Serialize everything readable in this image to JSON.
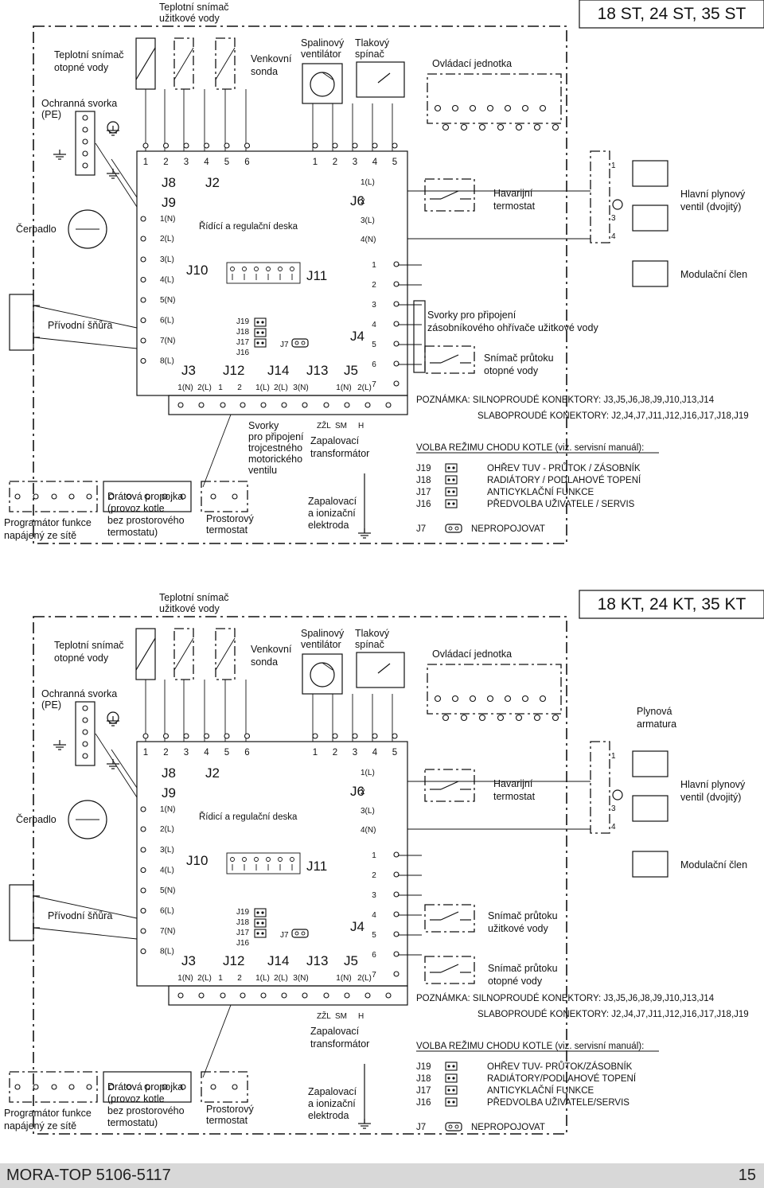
{
  "footer": {
    "model": "MORA-TOP 5106-5117",
    "page": "15"
  },
  "sections": [
    {
      "title": "18 ST, 24 ST, 35 ST",
      "labels": {
        "dhw_sensor": [
          "Teplotní snímač",
          "užitkové vody"
        ],
        "heating_sensor": [
          "Teplotní snímač",
          "otopné vody"
        ],
        "outdoor_probe": [
          "Venkovní",
          "sonda"
        ],
        "flue_fan": [
          "Spalinový",
          "ventilátor"
        ],
        "pressure_switch": [
          "Tlakový",
          "spínač"
        ],
        "control_unit": "Ovládací jednotka",
        "protective_terminal": [
          "Ochranná svorka",
          "(PE)"
        ],
        "pump": "Čerpadlo",
        "power_cord": "Přívodní šňůra",
        "board": "Řídící a regulační deska",
        "safety_thermostat": [
          "Havarijní",
          "termostat"
        ],
        "gas_valve": [
          "Hlavní plynový",
          "ventil (dvojitý)"
        ],
        "modulation": "Modulační člen",
        "storage_terminals": [
          "Svorky pro připojení",
          "zásobníkového ohřívače užitkové vody"
        ],
        "flow_sensor": [
          "Snímač průtoku",
          "otopné vody"
        ],
        "programmer": [
          "Programátor funkce",
          "napájený ze sítě"
        ],
        "jumper": [
          "Drátová propojka",
          "(provoz kotle",
          "bez prostorového",
          "termostatu)"
        ],
        "room_thermostat": [
          "Prostorový",
          "termostat"
        ],
        "valve_terminals": [
          "Svorky",
          "pro připojení",
          "trojcestného",
          "motorického",
          "ventilu"
        ],
        "ignition_transformer": [
          "Zapalovací",
          "transformátor"
        ],
        "ignition_electrode": [
          "Zapalovací",
          "a ionizační",
          "elektroda"
        ],
        "zzl_sm_h": [
          "ZŽL",
          "SM",
          "H"
        ]
      },
      "note": [
        "POZNÁMKA: SILNOPROUDÉ KONEKTORY: J3,J5,J6,J8,J9,J10,J13,J14",
        "SLABOPROUDÉ KONEKTORY: J2,J4,J7,J11,J12,J16,J17,J18,J19"
      ],
      "mode_title": "VOLBA REŽIMU CHODU KOTLE (viz. servisní manuál):",
      "modes": [
        {
          "j": "J19",
          "text": "OHŘEV TUV - PRŮTOK / ZÁSOBNÍK"
        },
        {
          "j": "J18",
          "text": "RADIÁTORY / PODLAHOVÉ TOPENÍ"
        },
        {
          "j": "J17",
          "text": "ANTICYKLAČNÍ FUNKCE"
        },
        {
          "j": "J16",
          "text": "PŘEDVOLBA UŽIVATELE / SERVIS"
        }
      ],
      "j7": {
        "j": "J7",
        "text": "NEPROPOJOVAT"
      }
    },
    {
      "title": "18 KT, 24 KT, 35 KT",
      "labels": {
        "dhw_sensor": [
          "Teplotní snímač",
          "užitkové vody"
        ],
        "heating_sensor": [
          "Teplotní snímač",
          "otopné vody"
        ],
        "outdoor_probe": [
          "Venkovní",
          "sonda"
        ],
        "flue_fan": [
          "Spalinový",
          "ventilátor"
        ],
        "pressure_switch": [
          "Tlakový",
          "spínač"
        ],
        "control_unit": "Ovládací jednotka",
        "protective_terminal": [
          "Ochranná svorka",
          "(PE)"
        ],
        "pump": "Čerpadlo",
        "power_cord": "Přívodní šňůra",
        "board": "Řídicí a regulační deska",
        "safety_thermostat": [
          "Havarijní",
          "termostat"
        ],
        "gas_valve": [
          "Hlavní plynový",
          "ventil (dvojitý)"
        ],
        "modulation": "Modulační člen",
        "gas_fitting": [
          "Plynová",
          "armatura"
        ],
        "dhw_flow_sensor": [
          "Snímač průtoku",
          "užitkové vody"
        ],
        "flow_sensor": [
          "Snímač průtoku",
          "otopné vody"
        ],
        "programmer": [
          "Programátor funkce",
          "napájený ze sítě"
        ],
        "jumper": [
          "Drátová propojka",
          "(provoz kotle",
          "bez prostorového",
          "termostatu)"
        ],
        "room_thermostat": [
          "Prostorový",
          "termostat"
        ],
        "ignition_transformer": [
          "Zapalovací",
          "transformátor"
        ],
        "ignition_electrode": [
          "Zapalovací",
          "a ionizační",
          "elektroda"
        ],
        "zzl_sm_h": [
          "ZŽL",
          "SM",
          "H"
        ]
      },
      "note": [
        "POZNÁMKA: SILNOPROUDÉ KONEKTORY: J3,J5,J6,J8,J9,J10,J13,J14",
        "SLABOPROUDÉ KONEKTORY: J2,J4,J7,J11,J12,J16,J17,J18,J19"
      ],
      "mode_title": "VOLBA REŽIMU CHODU KOTLE (viz. servisní manuál):",
      "modes": [
        {
          "j": "J19",
          "text": "OHŘEV TUV- PRŮTOK/ZÁSOBNÍK"
        },
        {
          "j": "J18",
          "text": "RADIÁTORY/PODLAHOVÉ TOPENÍ"
        },
        {
          "j": "J17",
          "text": "ANTICYKLAČNÍ FUNKCE"
        },
        {
          "j": "J16",
          "text": "PŘEDVOLBA UŽIVATELE/SERVIS"
        }
      ],
      "j7": {
        "j": "J7",
        "text": "NEPROPOJOVAT"
      }
    }
  ],
  "board_text": {
    "top_left_pins": [
      "1",
      "2",
      "3",
      "4",
      "5",
      "6"
    ],
    "top_right_pins": [
      "1",
      "2",
      "3",
      "4",
      "5"
    ],
    "j8": "J8",
    "j9": "J9",
    "j2": "J2",
    "j6": "J6",
    "j10": "J10",
    "j11": "J11",
    "j4": "J4",
    "j3": "J3",
    "j12": "J12",
    "j14": "J14",
    "j13": "J13",
    "j5": "J5",
    "j19": "J19",
    "j18": "J18",
    "j17": "J17",
    "j16": "J16",
    "j7": "J7",
    "left_pins": [
      "1(N)",
      "2(L)",
      "3(L)",
      "4(L)",
      "5(N)",
      "6(L)",
      "7(N)",
      "8(L)"
    ],
    "j6_pins": [
      "1(L)",
      "2",
      "3(L)",
      "4(N)"
    ],
    "j4_pins": [
      "1",
      "2",
      "3",
      "4",
      "5",
      "6",
      "7"
    ],
    "bottom_pins": [
      "1(N)",
      "2(L)",
      "1",
      "2",
      "1(L)",
      "2(L)",
      "3(N)",
      "1(N)",
      "2(L)"
    ],
    "valve_pins": [
      "1",
      "3",
      "4"
    ]
  }
}
